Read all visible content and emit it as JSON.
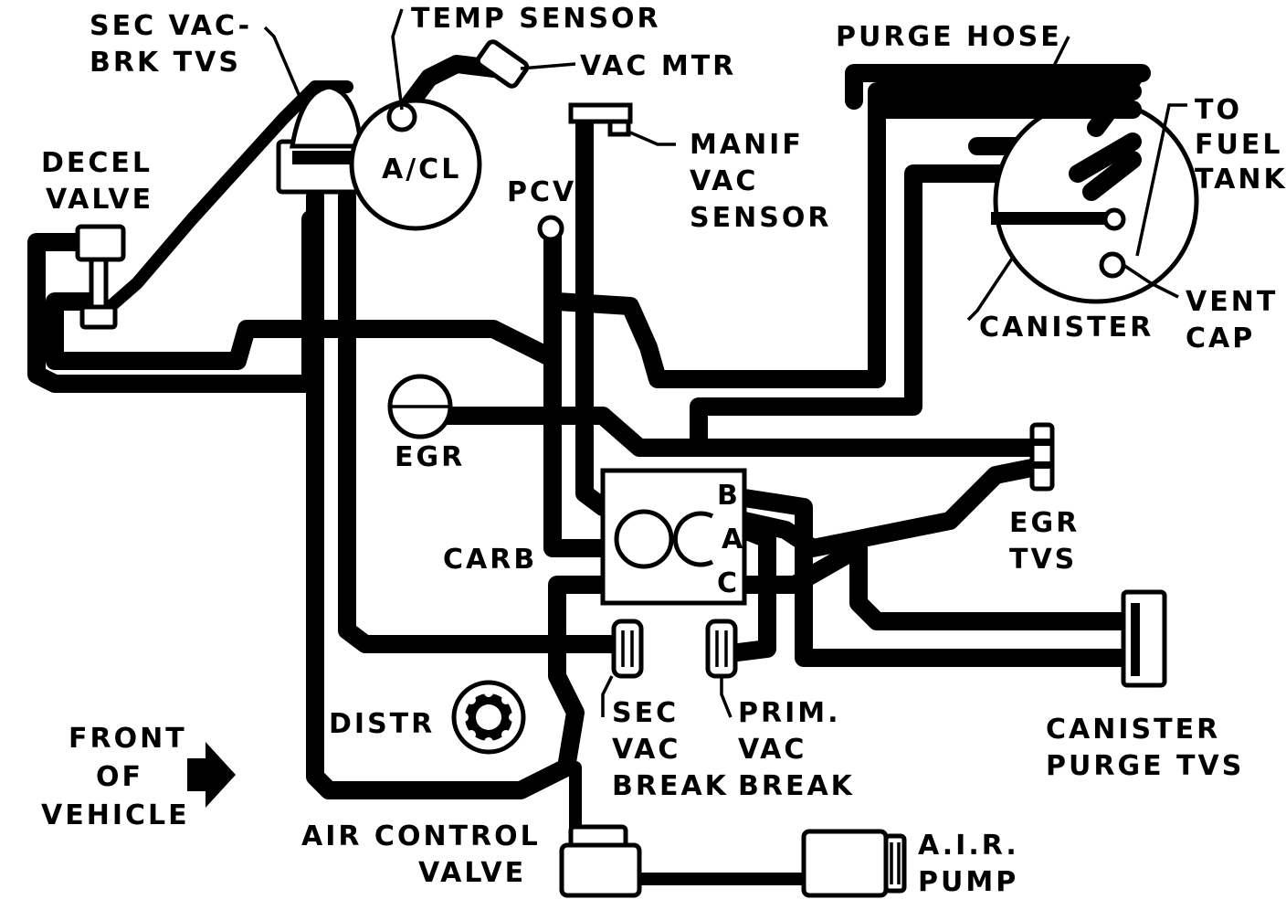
{
  "labels": {
    "sec_vac_brk_tvs": [
      "SEC VAC-",
      "BRK TVS"
    ],
    "temp_sensor": "TEMP SENSOR",
    "vac_mtr": "VAC MTR",
    "purge_hose": "PURGE HOSE",
    "to_fuel_tank": [
      "TO",
      "FUEL",
      "TANK"
    ],
    "decel_valve": [
      "DECEL",
      "VALVE"
    ],
    "acl": "A/CL",
    "manif_vac_sensor": [
      "MANIF",
      "VAC",
      "SENSOR"
    ],
    "pcv": "PCV",
    "canister": "CANISTER",
    "vent_cap": [
      "VENT",
      "CAP"
    ],
    "egr": "EGR",
    "egr_tvs": [
      "EGR",
      "TVS"
    ],
    "carb": "CARB",
    "port_b": "B",
    "port_a": "A",
    "port_c": "C",
    "distr": "DISTR",
    "sec_vac_break": [
      "SEC",
      "VAC",
      "BREAK"
    ],
    "prim_vac_break": [
      "PRIM.",
      "VAC",
      "BREAK"
    ],
    "canister_purge_tvs": [
      "CANISTER",
      "PURGE TVS"
    ],
    "front_of_vehicle": [
      "FRONT",
      "OF",
      "VEHICLE"
    ],
    "air_control_valve": [
      "AIR CONTROL",
      "VALVE"
    ],
    "air_pump": [
      "A.I.R.",
      "PUMP"
    ]
  },
  "icons": {
    "front_arrow": "arrow-right-icon",
    "air_cleaner": "air-cleaner-icon",
    "distributor": "distributor-icon"
  },
  "colors": {
    "ink": "#000000",
    "paper": "#ffffff"
  }
}
